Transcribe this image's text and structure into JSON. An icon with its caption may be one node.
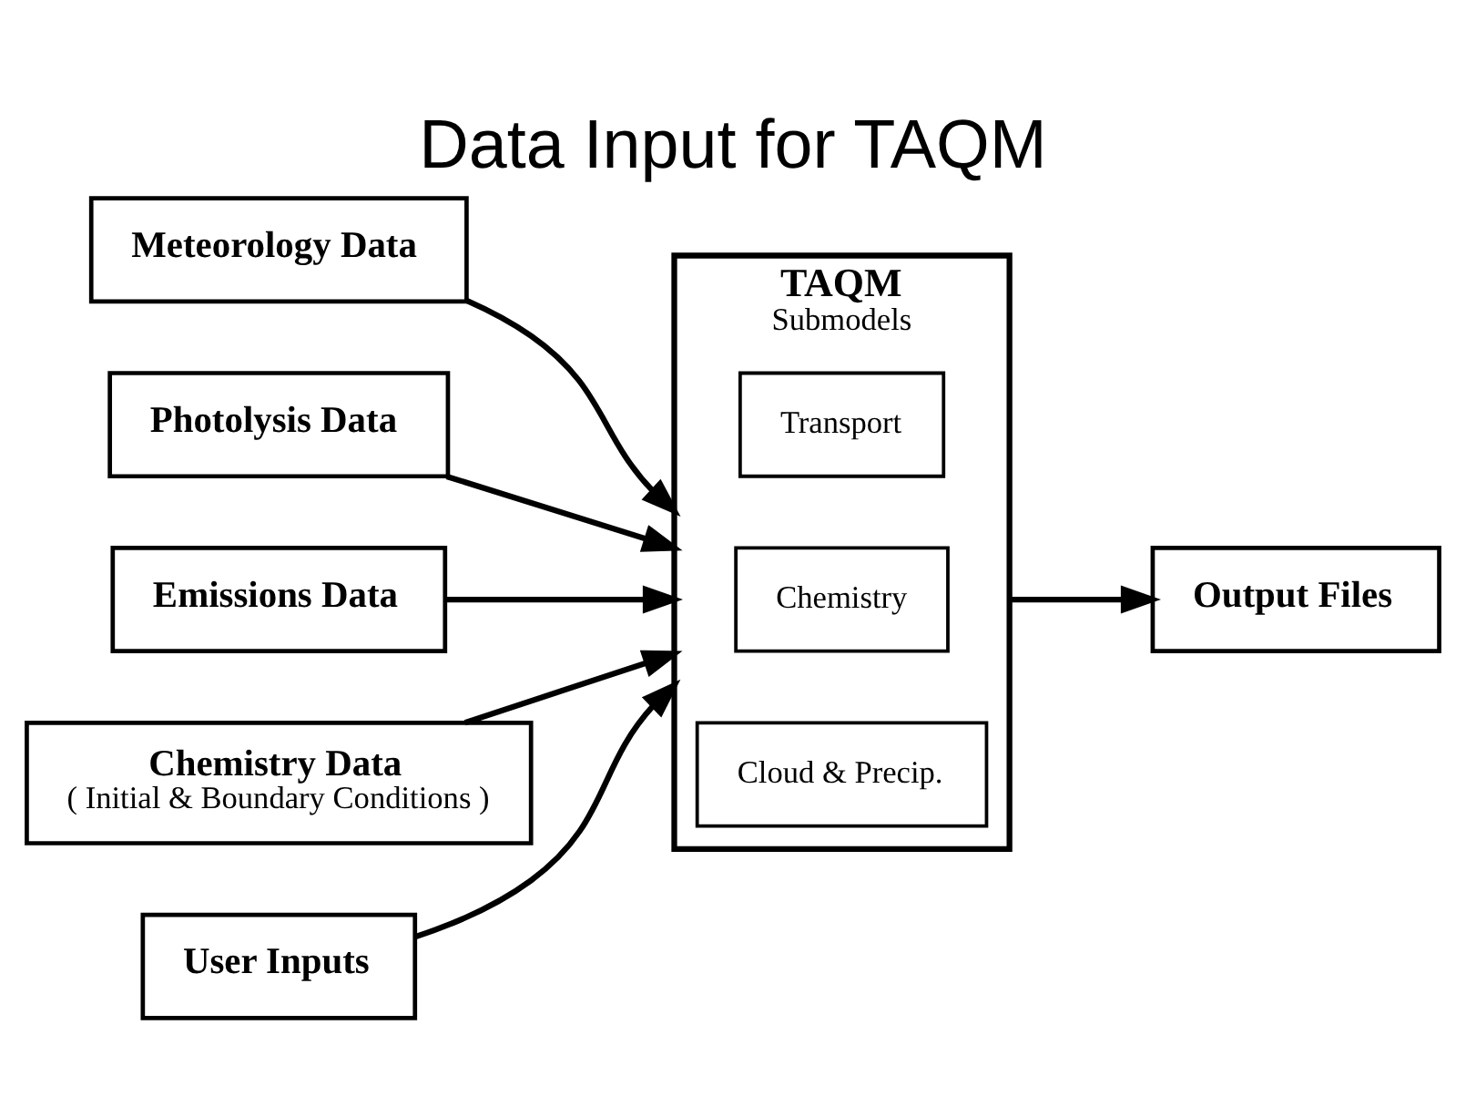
{
  "diagram": {
    "title": "Data Input for TAQM",
    "nodes": [
      {
        "text": [
          "Meteorology Data"
        ]
      },
      {
        "text": [
          "Photolysis Data"
        ]
      },
      {
        "text": [
          "Emissions Data"
        ]
      },
      {
        "text": [
          "Chemistry Data",
          "( Initial & Boundary Conditions )"
        ]
      },
      {
        "text": [
          "User Inputs"
        ]
      },
      {
        "text": [
          "TAQM",
          "Submodels"
        ]
      },
      {
        "text": [
          "Transport"
        ],
        "in": 5
      },
      {
        "text": [
          "Chemistry"
        ],
        "in": 5
      },
      {
        "text": [
          "Cloud & Precip."
        ],
        "in": 5
      },
      {
        "text": [
          "Output Files"
        ]
      }
    ],
    "edges": [
      {
        "from": 0,
        "to": 5,
        "arrow": "to"
      },
      {
        "from": 1,
        "to": 5,
        "arrow": "to"
      },
      {
        "from": 2,
        "to": 5,
        "arrow": "to"
      },
      {
        "from": 3,
        "to": 5,
        "arrow": "to"
      },
      {
        "from": 4,
        "to": 5,
        "arrow": "to"
      },
      {
        "from": 5,
        "to": 9,
        "arrow": "to"
      }
    ]
  }
}
